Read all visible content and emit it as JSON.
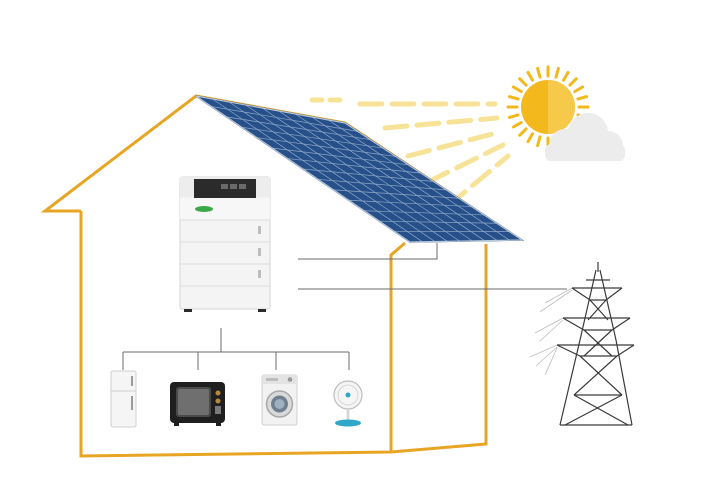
{
  "scene": {
    "title": "",
    "colors": {
      "house_outline": "#E8A524",
      "sun": "#F2B81C",
      "sun_rays": "#F7E08C",
      "cloud": "#ECECEC",
      "panel": "#27508A",
      "panel_grid": "#9FB8D6",
      "wires": "#6B6B6B",
      "battery_body": "#F4F4F4",
      "battery_display": "#2B2B2B",
      "tower": "#3A3A3A"
    },
    "battery": {
      "brand_mark": "",
      "modules": 4
    },
    "appliances": [
      {
        "name": "refrigerator",
        "icon": "fridge-icon"
      },
      {
        "name": "television",
        "icon": "tv-icon"
      },
      {
        "name": "washing-machine",
        "icon": "washer-icon"
      },
      {
        "name": "fan",
        "icon": "fan-icon"
      }
    ]
  }
}
